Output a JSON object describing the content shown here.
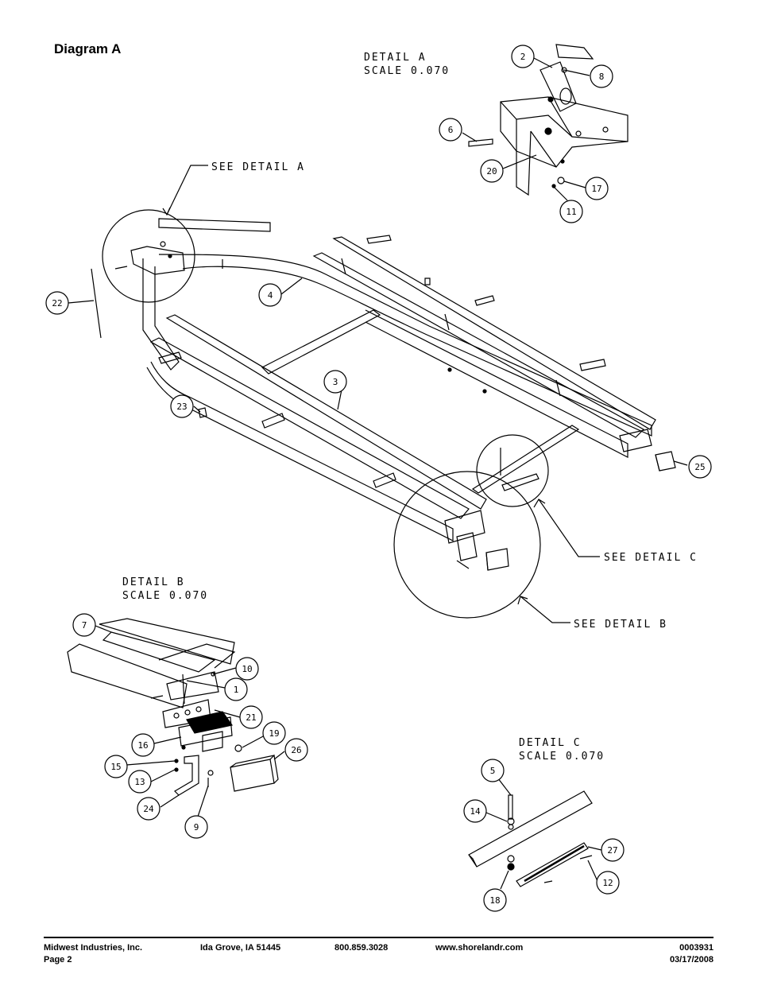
{
  "title": "Diagram A",
  "details": {
    "a": {
      "label": "DETAIL  A",
      "scale": "SCALE  0.070"
    },
    "b": {
      "label": "DETAIL  B",
      "scale": "SCALE  0.070"
    },
    "c": {
      "label": "DETAIL  C",
      "scale": "SCALE  0.070"
    }
  },
  "see_labels": {
    "a": "SEE DETAIL  A",
    "b": "SEE DETAIL  B",
    "c": "SEE DETAIL  C"
  },
  "callouts": [
    "2",
    "8",
    "6",
    "20",
    "17",
    "11",
    "22",
    "4",
    "3",
    "23",
    "25",
    "7",
    "10",
    "1",
    "21",
    "19",
    "16",
    "26",
    "15",
    "13",
    "24",
    "9",
    "5",
    "14",
    "27",
    "12",
    "18"
  ],
  "footer": {
    "company": "Midwest Industries, Inc.",
    "page": "Page 2",
    "city": "Ida Grove, IA  51445",
    "phone": "800.859.3028",
    "website": "www.shorelandr.com",
    "part_no": "0003931",
    "date": "03/17/2008"
  },
  "colors": {
    "line": "#000000",
    "background": "#ffffff"
  }
}
